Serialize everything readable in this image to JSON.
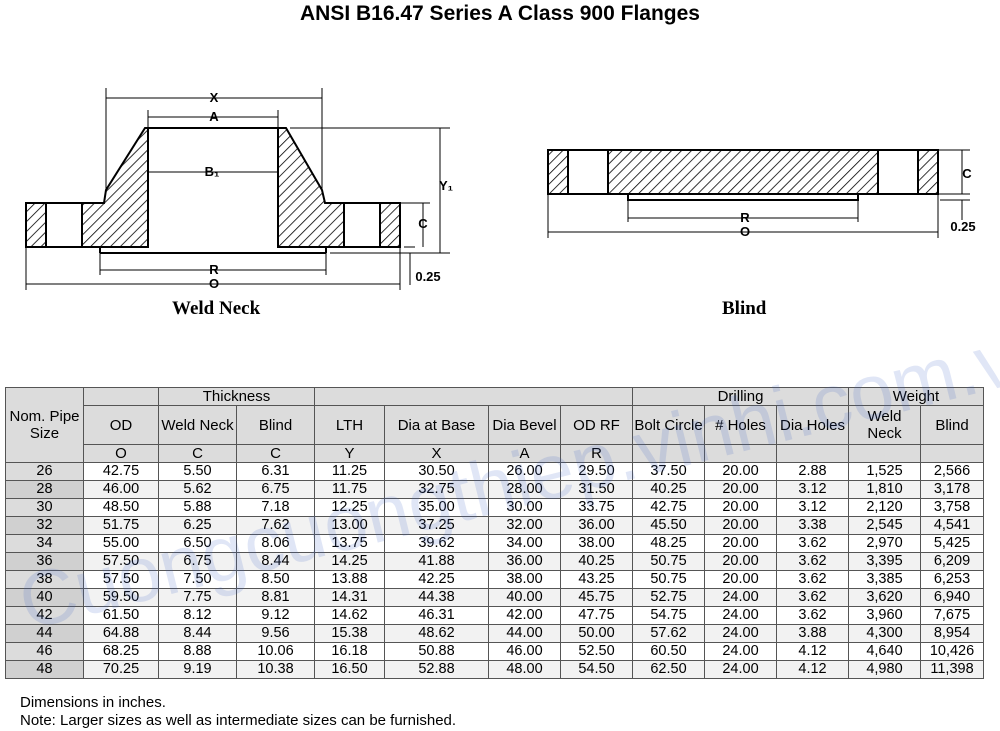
{
  "title": "ANSI B16.47 Series A Class 900 Flanges",
  "captions": {
    "weld_neck": "Weld Neck",
    "blind": "Blind"
  },
  "dims": {
    "X": "X",
    "A": "A",
    "B1": "B₁",
    "Y1": "Y₁",
    "R": "R",
    "O": "O",
    "C": "C",
    "t": "0.25"
  },
  "headers": {
    "nps": "Nom. Pipe Size",
    "thickness": "Thickness",
    "drilling": "Drilling",
    "weight": "Weight",
    "cols": [
      "OD",
      "Weld Neck",
      "Blind",
      "LTH",
      "Dia at Base",
      "Dia Bevel",
      "OD RF",
      "Bolt Circle",
      "# Holes",
      "Dia Holes",
      "Weld Neck",
      "Blind"
    ],
    "symbols": [
      "O",
      "C",
      "C",
      "Y",
      "X",
      "A",
      "R",
      "",
      "",
      "",
      "",
      ""
    ]
  },
  "rows": [
    [
      "26",
      "42.75",
      "5.50",
      "6.31",
      "11.25",
      "30.50",
      "26.00",
      "29.50",
      "37.50",
      "20.00",
      "2.88",
      "1,525",
      "2,566"
    ],
    [
      "28",
      "46.00",
      "5.62",
      "6.75",
      "11.75",
      "32.75",
      "28.00",
      "31.50",
      "40.25",
      "20.00",
      "3.12",
      "1,810",
      "3,178"
    ],
    [
      "30",
      "48.50",
      "5.88",
      "7.18",
      "12.25",
      "35.00",
      "30.00",
      "33.75",
      "42.75",
      "20.00",
      "3.12",
      "2,120",
      "3,758"
    ],
    [
      "32",
      "51.75",
      "6.25",
      "7.62",
      "13.00",
      "37.25",
      "32.00",
      "36.00",
      "45.50",
      "20.00",
      "3.38",
      "2,545",
      "4,541"
    ],
    [
      "34",
      "55.00",
      "6.50",
      "8.06",
      "13.75",
      "39.62",
      "34.00",
      "38.00",
      "48.25",
      "20.00",
      "3.62",
      "2,970",
      "5,425"
    ],
    [
      "36",
      "57.50",
      "6.75",
      "8.44",
      "14.25",
      "41.88",
      "36.00",
      "40.25",
      "50.75",
      "20.00",
      "3.62",
      "3,395",
      "6,209"
    ],
    [
      "38",
      "57.50",
      "7.50",
      "8.50",
      "13.88",
      "42.25",
      "38.00",
      "43.25",
      "50.75",
      "20.00",
      "3.62",
      "3,385",
      "6,253"
    ],
    [
      "40",
      "59.50",
      "7.75",
      "8.81",
      "14.31",
      "44.38",
      "40.00",
      "45.75",
      "52.75",
      "24.00",
      "3.62",
      "3,620",
      "6,940"
    ],
    [
      "42",
      "61.50",
      "8.12",
      "9.12",
      "14.62",
      "46.31",
      "42.00",
      "47.75",
      "54.75",
      "24.00",
      "3.62",
      "3,960",
      "7,675"
    ],
    [
      "44",
      "64.88",
      "8.44",
      "9.56",
      "15.38",
      "48.62",
      "44.00",
      "50.00",
      "57.62",
      "24.00",
      "3.88",
      "4,300",
      "8,954"
    ],
    [
      "46",
      "68.25",
      "8.88",
      "10.06",
      "16.18",
      "50.88",
      "46.00",
      "52.50",
      "60.50",
      "24.00",
      "4.12",
      "4,640",
      "10,426"
    ],
    [
      "48",
      "70.25",
      "9.19",
      "10.38",
      "16.50",
      "52.88",
      "48.00",
      "54.50",
      "62.50",
      "24.00",
      "4.12",
      "4,980",
      "11,398"
    ]
  ],
  "notes": [
    "Dimensions in inches.",
    "Note: Larger sizes as well as intermediate sizes can be furnished."
  ],
  "watermark": "Cuongcuongthiep.vinhi.com.vn"
}
